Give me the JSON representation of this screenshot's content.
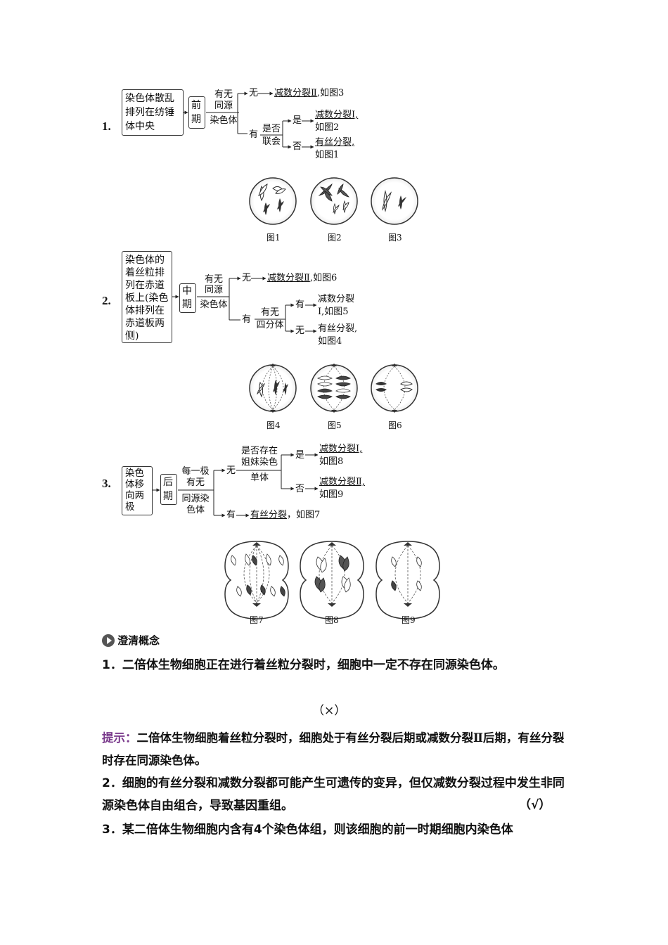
{
  "diagram1": {
    "number": "1.",
    "feature": "染色体散乱排列在纺锤体中央",
    "phase": "前期",
    "question": [
      "有无",
      "同源",
      "染色体"
    ],
    "no": "无",
    "result_no": "减数分裂Ⅱ",
    "result_no_ref": ",如图3",
    "yes": "有",
    "question2": [
      "是否",
      "联会"
    ],
    "yes2": "是",
    "result_yes2": "减数分裂Ⅰ,",
    "result_yes2_ref": "如图2",
    "no2": "否",
    "result_no2": "有丝分裂,",
    "result_no2_ref": "如图1",
    "captions": [
      "图1",
      "图2",
      "图3"
    ]
  },
  "diagram2": {
    "number": "2.",
    "feature": "染色体的着丝粒排列在赤道板上(染色体排列在赤道板两侧)",
    "phase": "中期",
    "question": [
      "有无",
      "同源",
      "染色体"
    ],
    "no": "无",
    "result_no": "减数分裂Ⅱ",
    "result_no_ref": ",如图6",
    "yes": "有",
    "question2": [
      "有无",
      "四分体"
    ],
    "yes2": "有",
    "result_yes2": [
      "减数分裂",
      "Ⅰ,如图5"
    ],
    "no2": "无",
    "result_no2": [
      "有丝分裂,",
      "如图4"
    ],
    "captions": [
      "图4",
      "图5",
      "图6"
    ]
  },
  "diagram3": {
    "number": "3.",
    "feature": "染色体移向两极",
    "phase": "后期",
    "question": [
      "每一极",
      "有无",
      "同源染",
      "色体"
    ],
    "no": "无",
    "question2": [
      "是否存在",
      "姐妹染色",
      "单体"
    ],
    "yes2": "是",
    "result_yes2": "减数分裂Ⅰ,",
    "result_yes2_ref": "如图8",
    "no2": "否",
    "result_no2": "减数分裂Ⅱ,",
    "result_no2_ref": "如图9",
    "yes": "有",
    "result_yes": "有丝分裂",
    "result_yes_ref": "，如图7",
    "captions": [
      "图7",
      "图8",
      "图9"
    ]
  },
  "section": {
    "title": "澄清概念",
    "q1": "1．二倍体生物细胞正在进行着丝粒分裂时，细胞中一定不存在同源染色体。",
    "a1": "（×）",
    "hint_label": "提示：",
    "hint_text": "二倍体生物细胞着丝粒分裂时，细胞处于有丝分裂后期或减数分裂Ⅱ后期，有丝分裂时存在同源染色体。",
    "q2": "2．细胞的有丝分裂和减数分裂都可能产生可遗传的变异，但仅减数分裂过程中发生非同源染色体自由组合，导致基因重组。",
    "a2": "（√）",
    "q3": "3．某二倍体生物细胞内含有4个染色体组，则该细胞的前一时期细胞内染色体"
  }
}
